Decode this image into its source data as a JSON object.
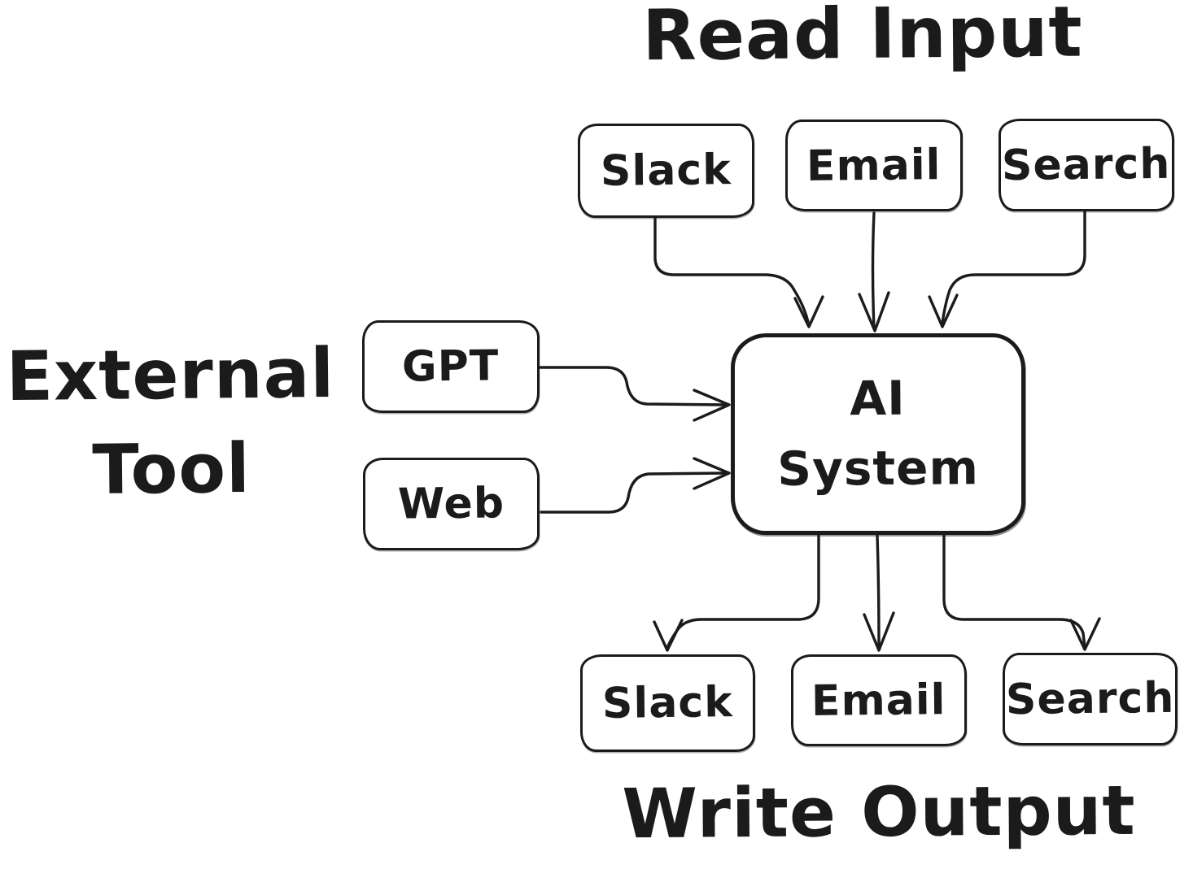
{
  "titles": {
    "read_input": "Read Input",
    "external_tool": "External\nTool",
    "write_output": "Write Output"
  },
  "input_nodes": [
    {
      "label": "Slack"
    },
    {
      "label": "Email"
    },
    {
      "label": "Search"
    }
  ],
  "external_nodes": [
    {
      "label": "GPT"
    },
    {
      "label": "Web"
    }
  ],
  "ai_node": {
    "label": "AI\nSystem"
  },
  "output_nodes": [
    {
      "label": "Slack"
    },
    {
      "label": "Email"
    },
    {
      "label": "Search"
    }
  ],
  "edges": [
    {
      "from": "Slack (input)",
      "to": "AI System"
    },
    {
      "from": "Email (input)",
      "to": "AI System"
    },
    {
      "from": "Search (input)",
      "to": "AI System"
    },
    {
      "from": "GPT",
      "to": "AI System"
    },
    {
      "from": "Web",
      "to": "AI System"
    },
    {
      "from": "AI System",
      "to": "Slack (output)"
    },
    {
      "from": "AI System",
      "to": "Email (output)"
    },
    {
      "from": "AI System",
      "to": "Search (output)"
    }
  ],
  "colors": {
    "stroke": "#1b1b1b",
    "background": "#ffffff"
  }
}
